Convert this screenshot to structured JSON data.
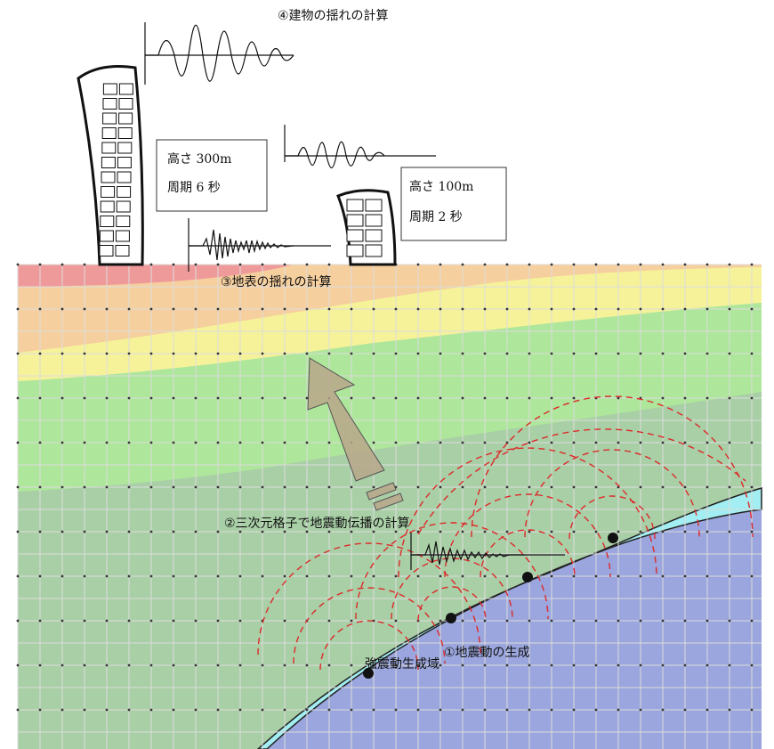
{
  "labels": {
    "step1": "①地震動の生成",
    "step2": "②三次元格子で地震動伝播の計算",
    "step3": "③地表の揺れの計算",
    "step4": "④建物の揺れの計算",
    "strong_motion_area": "強震動生成域"
  },
  "buildings": {
    "tall": {
      "height": "高さ 300m",
      "period": "周期 6 秒"
    },
    "short": {
      "height": "高さ 100m",
      "period": "周期 2 秒"
    }
  },
  "colors": {
    "surface_red": "#ef9a9a",
    "layer_orange": "#f6cf9e",
    "layer_yellow": "#f6f29a",
    "layer_green": "#aee69b",
    "deep_green": "#a9cfa6",
    "slab_cyan": "#a2eef2",
    "mantle_blue": "#9aa6dd",
    "wave_red": "#dd2a2a",
    "arrow_fill": "#b8a68a",
    "grid_line": "#dcdcdc"
  },
  "icons": [
    "building-icon",
    "seismogram-icon",
    "arrow-icon",
    "wavefront-icon",
    "hypocenter-icon"
  ]
}
